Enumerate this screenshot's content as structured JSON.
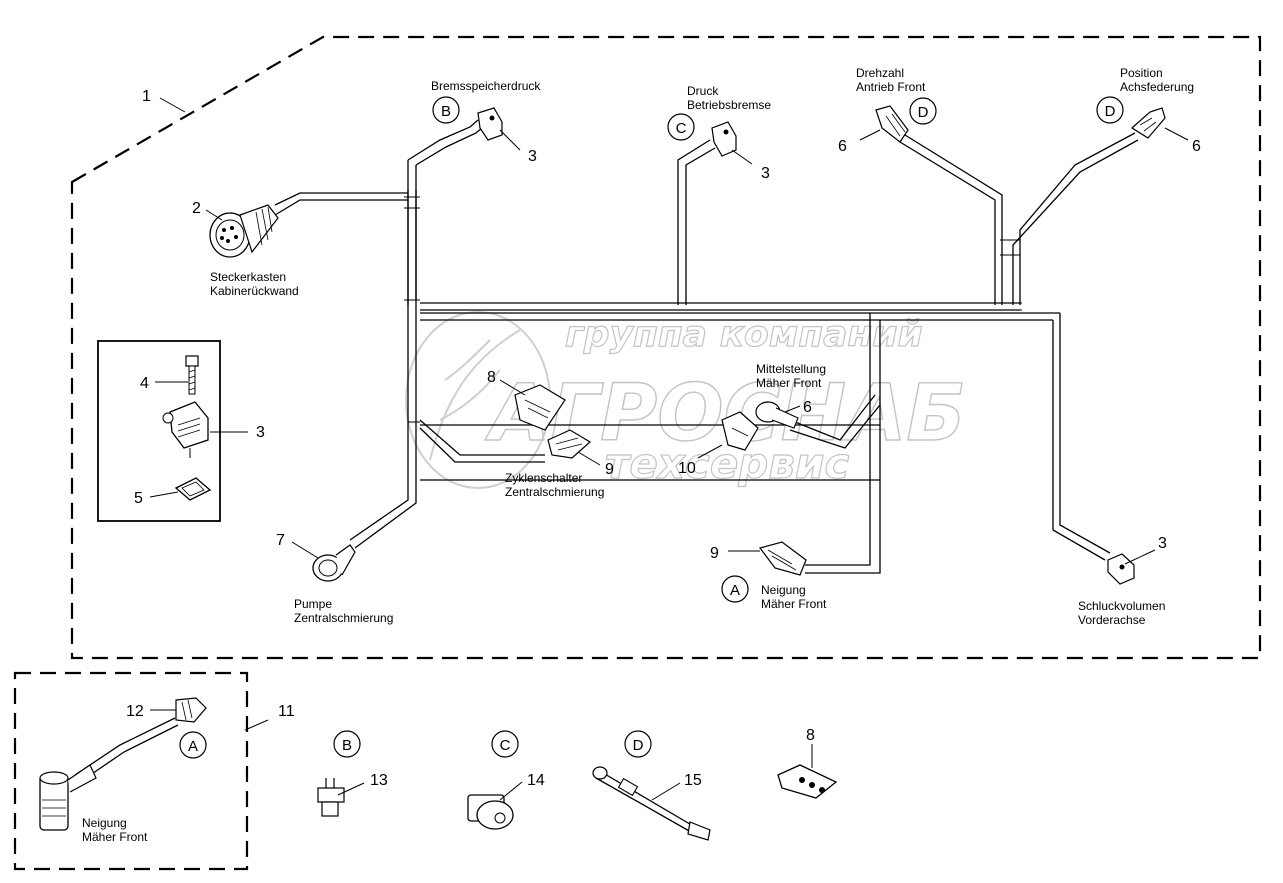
{
  "watermark": {
    "line1": "группа компаний",
    "line2": "АГРОСНАБ",
    "line3": "техсервис"
  },
  "callouts": {
    "n1": "1",
    "n2": "2",
    "n3a": "3",
    "n3b": "3",
    "n3c": "3",
    "n3d": "3",
    "n4": "4",
    "n5": "5",
    "n6a": "6",
    "n6b": "6",
    "n6c": "6",
    "n7": "7",
    "n8a": "8",
    "n8b": "8",
    "n9a": "9",
    "n9b": "9",
    "n10": "10",
    "n11": "11",
    "n12": "12",
    "n13": "13",
    "n14": "14",
    "n15": "15"
  },
  "circle_letters": {
    "b_top": "B",
    "c_top": "C",
    "d_drehzahl": "D",
    "d_position": "D",
    "a_neigung": "A",
    "a_box": "A",
    "b_bottom": "B",
    "c_bottom": "C",
    "d_bottom": "D"
  },
  "labels": {
    "bremsspeicherdruck": "Bremsspeicherdruck",
    "druck_1": "Druck",
    "druck_2": "Betriebsbremse",
    "drehzahl_1": "Drehzahl",
    "drehzahl_2": "Antrieb Front",
    "position_1": "Position",
    "position_2": "Achsfederung",
    "steckerkasten_1": "Steckerkasten",
    "steckerkasten_2": "Kabinerückwand",
    "mittelstellung_1": "Mittelstellung",
    "mittelstellung_2": "Mäher Front",
    "zyklenschalter_1": "Zyklenschalter",
    "zyklenschalter_2": "Zentralschmierung",
    "pumpe_1": "Pumpe",
    "pumpe_2": "Zentralschmierung",
    "neigung_1": "Neigung",
    "neigung_2": "Mäher Front",
    "schluck_1": "Schluckvolumen",
    "schluck_2": "Vorderachse",
    "neigung_box_1": "Neigung",
    "neigung_box_2": "Mäher Front"
  }
}
